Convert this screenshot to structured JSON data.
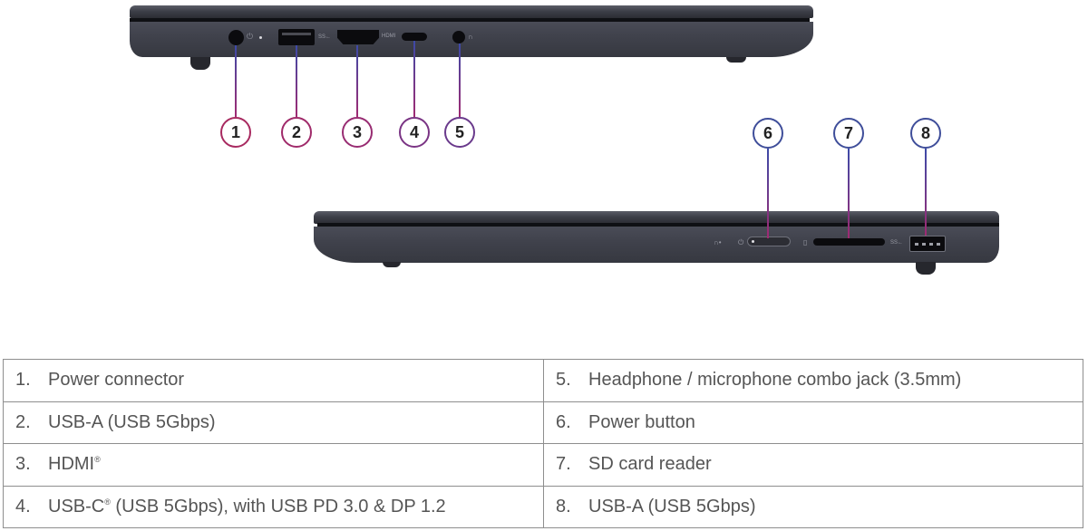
{
  "diagram": {
    "views": [
      {
        "id": "left-side",
        "description": "Left side view"
      },
      {
        "id": "right-side",
        "description": "Right side view"
      }
    ],
    "port_labels": {
      "hdmi_text": "HDMI",
      "usb_ss_text": "SS←"
    },
    "callouts": [
      "1",
      "2",
      "3",
      "4",
      "5",
      "6",
      "7",
      "8"
    ],
    "colors": {
      "callout_border": "#9a2a6e",
      "leader_top": "#3c4aa8",
      "leader_bottom": "#a02a72",
      "chassis": "#40424c",
      "table_border": "#8e8e8e",
      "table_text": "#555555"
    }
  },
  "table": {
    "rows": [
      {
        "left": {
          "num": "1.",
          "label": "Power connector",
          "sup": ""
        },
        "right": {
          "num": "5.",
          "label": "Headphone / microphone combo jack (3.5mm)",
          "sup": ""
        }
      },
      {
        "left": {
          "num": "2.",
          "label": "USB-A (USB 5Gbps)",
          "sup": ""
        },
        "right": {
          "num": "6.",
          "label": "Power button",
          "sup": ""
        }
      },
      {
        "left": {
          "num": "3.",
          "label": "HDMI",
          "sup": "®",
          "rest": ""
        },
        "right": {
          "num": "7.",
          "label": "SD card reader",
          "sup": ""
        }
      },
      {
        "left": {
          "num": "4.",
          "label": "USB-C",
          "sup": "®",
          "rest": " (USB 5Gbps), with USB PD 3.0 & DP 1.2"
        },
        "right": {
          "num": "8.",
          "label": "USB-A (USB 5Gbps)",
          "sup": ""
        }
      }
    ]
  }
}
